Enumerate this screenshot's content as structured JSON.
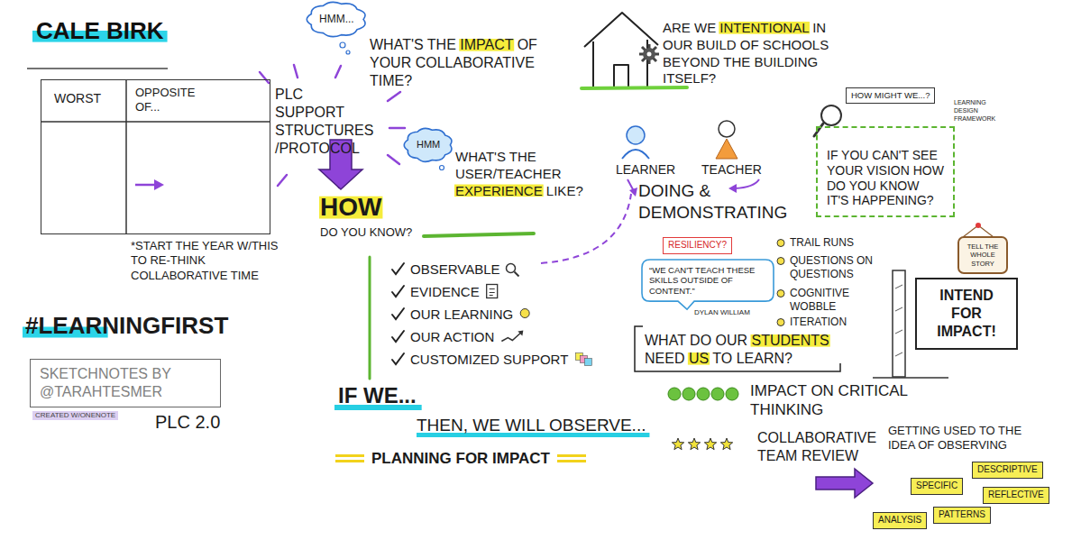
{
  "diagram": {
    "title": "CALE BIRK",
    "nodes": [
      {
        "text": [
          "WORST",
          "OPPOSITE OF..."
        ]
      },
      {
        "text": [
          "HMM..."
        ]
      },
      {
        "text": [
          "HMM"
        ]
      },
      {
        "text": [
          "SKETCHNOTES BY @TARAHTESMER"
        ]
      },
      {
        "text": [
          "RESILIENCY?"
        ]
      },
      {
        "text": [
          "“WE CAN'T TEACH THESE SKILLS OUTSIDE OF CONTENT.”"
        ]
      },
      {
        "text": [
          "HOW MIGHT WE...?"
        ]
      },
      {
        "text": [
          "IF YOU CAN'T SEE YOUR VISION HOW DO YOU KNOW IT'S HAPPENING?"
        ]
      },
      {
        "text": [
          "TELL THE WHOLE STORY"
        ]
      },
      {
        "text": [
          "INTEND FOR IMPACT!"
        ]
      },
      {
        "text": [
          "SPECIFIC"
        ]
      },
      {
        "text": [
          "DESCRIPTIVE"
        ]
      },
      {
        "text": [
          "PATTERNS"
        ]
      },
      {
        "text": [
          "REFLECTIVE"
        ]
      },
      {
        "text": [
          "ANALYSIS"
        ]
      }
    ],
    "labels": [
      "PLC SUPPORT STRUCTURES /PROTOCOL",
      "*START THE YEAR W/THIS TO RE-THINK COLLABORATIVE TIME",
      "#LEARNINGFIRST",
      "CREATED W/ONENOTE",
      "PLC 2.0",
      "WHAT'S THE IMPACT OF YOUR COLLABORATIVE TIME?",
      "WHAT'S THE USER/TEACHER EXPERIENCE LIKE?",
      "HOW",
      "DO YOU KNOW?",
      "OBSERVABLE",
      "EVIDENCE",
      "OUR LEARNING",
      "OUR ACTION",
      "CUSTOMIZED SUPPORT",
      "IF WE...",
      "THEN, WE WILL OBSERVE...",
      "PLANNING FOR IMPACT",
      "ARE WE INTENTIONAL IN OUR BUILD OF SCHOOLS BEYOND THE BUILDING ITSELF?",
      "LEARNER",
      "TEACHER",
      "DOING & DEMONSTRATING",
      "TRAIL RUNS",
      "QUESTIONS ON QUESTIONS",
      "COGNITIVE WOBBLE",
      "ITERATION",
      "DYLAN WILLIAM",
      "WHAT DO OUR STUDENTS NEED US TO LEARN?",
      "IMPACT ON CRITICAL THINKING",
      "COLLABORATIVE TEAM REVIEW",
      "GETTING USED TO THE IDEA OF OBSERVING",
      "LEARNING DESIGN FRAMEWORK"
    ]
  }
}
